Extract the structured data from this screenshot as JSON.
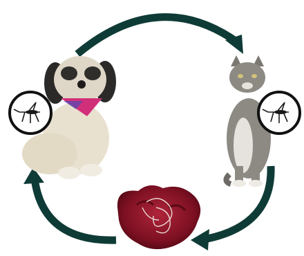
{
  "diagram": {
    "kind": "cycle",
    "arrow_color": "#0f3b36",
    "nodes": [
      {
        "id": "dog",
        "icon": "dog-icon"
      },
      {
        "id": "cat",
        "icon": "cat-icon"
      },
      {
        "id": "heart-with-worms",
        "icon": "heartworm-icon"
      }
    ],
    "vectors": [
      {
        "near": "dog",
        "icon": "mosquito-icon"
      },
      {
        "near": "cat",
        "icon": "mosquito-icon"
      }
    ],
    "edges": [
      {
        "from": "dog",
        "to": "cat"
      },
      {
        "from": "cat",
        "to": "heart-with-worms"
      },
      {
        "from": "heart-with-worms",
        "to": "dog"
      }
    ]
  }
}
